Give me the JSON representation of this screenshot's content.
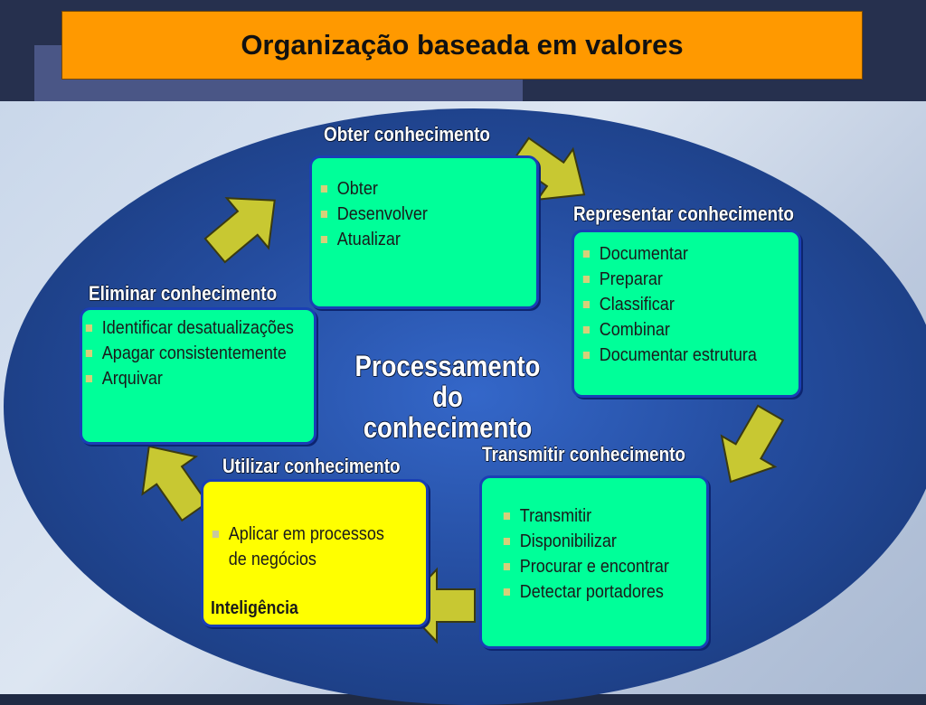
{
  "title": "Organização baseada em valores",
  "center": {
    "line1": "Processamento do",
    "line2": "conhecimento"
  },
  "stages": {
    "obter": {
      "title": "Obter conhecimento",
      "items": [
        "Obter",
        "Desenvolver",
        "Atualizar"
      ]
    },
    "representar": {
      "title": "Representar conhecimento",
      "items": [
        "Documentar",
        "Preparar",
        "Classificar",
        "Combinar",
        "Documentar estrutura"
      ]
    },
    "transmitir": {
      "title": "Transmitir conhecimento",
      "items": [
        "Transmitir",
        "Disponibilizar",
        "Procurar e encontrar",
        "Detectar portadores"
      ]
    },
    "utilizar": {
      "title": "Utilizar conhecimento",
      "item_line1": "Aplicar em processos",
      "item_line2": "de negócios",
      "footer": "Inteligência"
    },
    "eliminar": {
      "title": "Eliminar conhecimento",
      "items": [
        "Identificar desatualizações",
        "Apagar consistentemente",
        "Arquivar"
      ]
    }
  },
  "colors": {
    "title_bg": "#ff9900",
    "box_green": "#00ff99",
    "box_yellow": "#ffff00",
    "box_border": "#1a3fb5",
    "arrow_fill": "#c8c832",
    "ellipse_blue": "#244c9e"
  }
}
